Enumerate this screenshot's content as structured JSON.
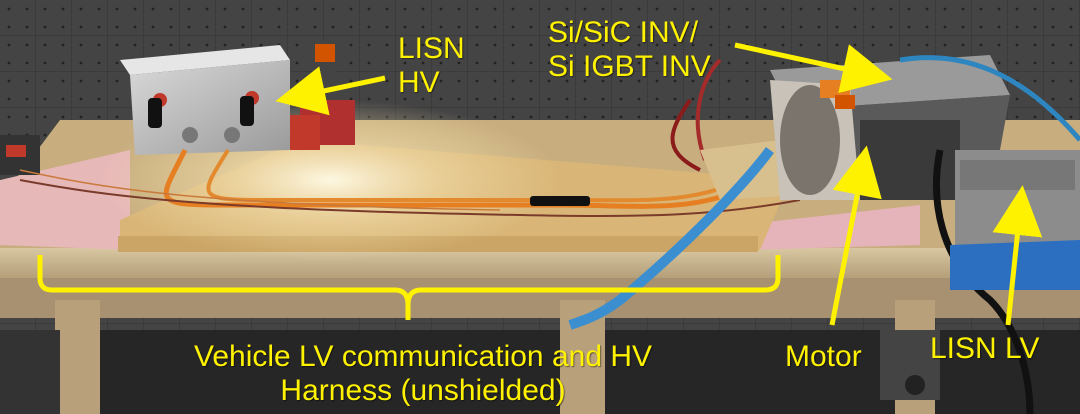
{
  "labels": {
    "lisn_hv": [
      "LISN",
      "HV"
    ],
    "inverter": [
      "Si/SiC INV/",
      "Si IGBT INV"
    ],
    "harness": [
      "Vehicle LV communication and HV",
      "Harness (unshielded)"
    ],
    "motor": "Motor",
    "lisn_lv": "LISN LV"
  },
  "colors": {
    "annotation": "#fff200"
  }
}
